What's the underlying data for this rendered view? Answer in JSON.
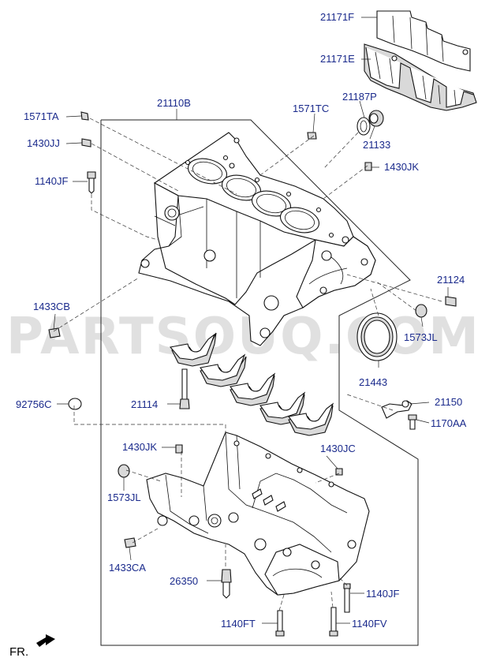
{
  "watermark": "PARTSOUQ.COM",
  "orientation_label": "FR.",
  "callouts": {
    "c21171F": "21171F",
    "c21171E": "21171E",
    "c1571TA": "1571TA",
    "c21110B": "21110B",
    "c1571TC": "1571TC",
    "c21187P": "21187P",
    "c21133": "21133",
    "c1430JJ": "1430JJ",
    "c1430JK_top": "1430JK",
    "c1140JF_left": "1140JF",
    "c21124": "21124",
    "c1433CB": "1433CB",
    "c1573JL_right": "1573JL",
    "c21443": "21443",
    "c21150": "21150",
    "c1170AA": "1170AA",
    "c92756C": "92756C",
    "c21114": "21114",
    "c1430JK_pan": "1430JK",
    "c1430JC": "1430JC",
    "c1573JL_left": "1573JL",
    "c1433CA": "1433CA",
    "c26350": "26350",
    "c1140JF_pan": "1140JF",
    "c1140FT": "1140FT",
    "c1140FV": "1140FV"
  },
  "colors": {
    "callout": "#1a2a8c",
    "line": "#111111",
    "watermark": "#c8c8c8"
  }
}
